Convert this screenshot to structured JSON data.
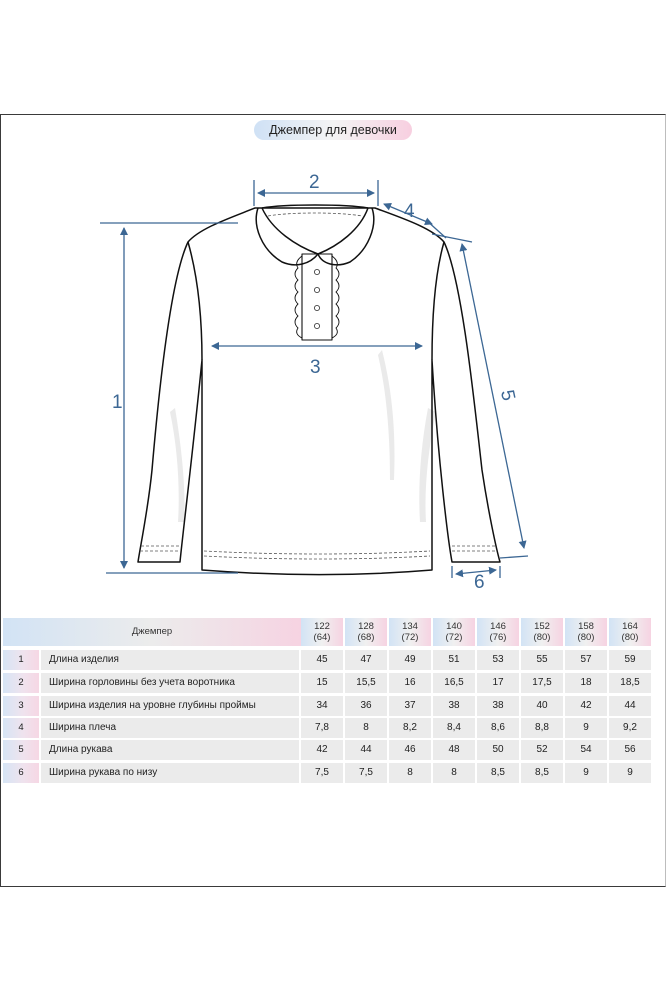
{
  "title": "Джемпер для девочки",
  "diagram_labels": [
    "1",
    "2",
    "3",
    "4",
    "5",
    "6"
  ],
  "table": {
    "header_label": "Джемпер",
    "sizes": [
      {
        "height": "122",
        "chest": "(64)"
      },
      {
        "height": "128",
        "chest": "(68)"
      },
      {
        "height": "134",
        "chest": "(72)"
      },
      {
        "height": "140",
        "chest": "(72)"
      },
      {
        "height": "146",
        "chest": "(76)"
      },
      {
        "height": "152",
        "chest": "(80)"
      },
      {
        "height": "158",
        "chest": "(80)"
      },
      {
        "height": "164",
        "chest": "(80)"
      }
    ],
    "rows": [
      {
        "index": "1",
        "name": "Длина изделия",
        "values": [
          "45",
          "47",
          "49",
          "51",
          "53",
          "55",
          "57",
          "59"
        ]
      },
      {
        "index": "2",
        "name": "Ширина горловины без учета воротника",
        "values": [
          "15",
          "15,5",
          "16",
          "16,5",
          "17",
          "17,5",
          "18",
          "18,5"
        ]
      },
      {
        "index": "3",
        "name": "Ширина изделия на уровне глубины проймы",
        "values": [
          "34",
          "36",
          "37",
          "38",
          "38",
          "40",
          "42",
          "44"
        ]
      },
      {
        "index": "4",
        "name": "Ширина плеча",
        "values": [
          "7,8",
          "8",
          "8,2",
          "8,4",
          "8,6",
          "8,8",
          "9",
          "9,2"
        ]
      },
      {
        "index": "5",
        "name": "Длина рукава",
        "values": [
          "42",
          "44",
          "46",
          "48",
          "50",
          "52",
          "54",
          "56"
        ]
      },
      {
        "index": "6",
        "name": "Ширина рукава по низу",
        "values": [
          "7,5",
          "7,5",
          "8",
          "8",
          "8,5",
          "8,5",
          "9",
          "9"
        ]
      }
    ]
  }
}
